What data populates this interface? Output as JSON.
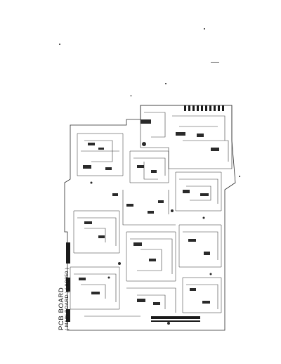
{
  "document": {
    "title": "PCB BOARD",
    "subtitle": "( MAIN BOARD ) ( 9Q050 )"
  },
  "colors": {
    "background": "#ffffff",
    "ink": "#1a1a1a",
    "trace": "#3a3a3a"
  },
  "figure": {
    "type": "pcb-layout-drawing",
    "regions": [
      "main-board-outline",
      "top-right-connector-area",
      "bottom-connector-strip",
      "left-edge-connectors"
    ]
  }
}
